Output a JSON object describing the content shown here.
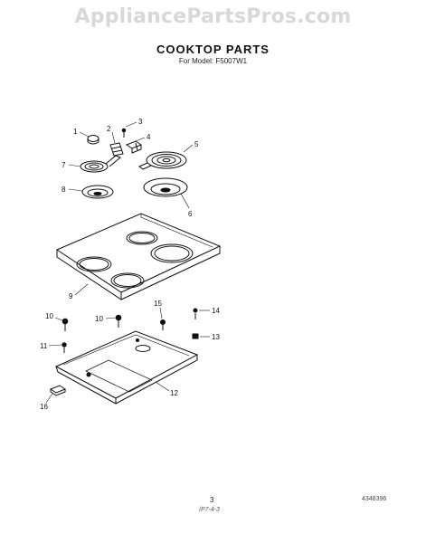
{
  "watermark": "AppliancePartsPros.com",
  "title": "COOKTOP PARTS",
  "subtitle": "For Model: F5007W1",
  "callouts": [
    "1",
    "2",
    "3",
    "4",
    "5",
    "6",
    "7",
    "8",
    "9",
    "10",
    "10",
    "11",
    "12",
    "13",
    "14",
    "15",
    "16"
  ],
  "page_number": "3",
  "footer_code": "/P7-4-3",
  "part_code": "4348396"
}
